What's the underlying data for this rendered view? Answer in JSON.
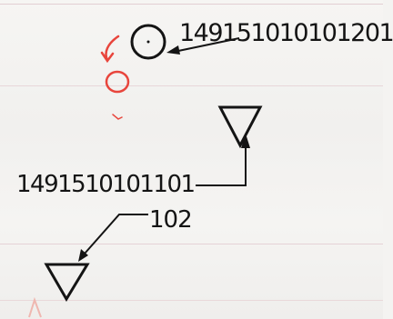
{
  "drawing": {
    "tag_top": "149151010101201",
    "tag_middle": "1491510101101",
    "tag_bottom": "102",
    "ink_color": "#141414",
    "markup_color": "#e8453c"
  }
}
